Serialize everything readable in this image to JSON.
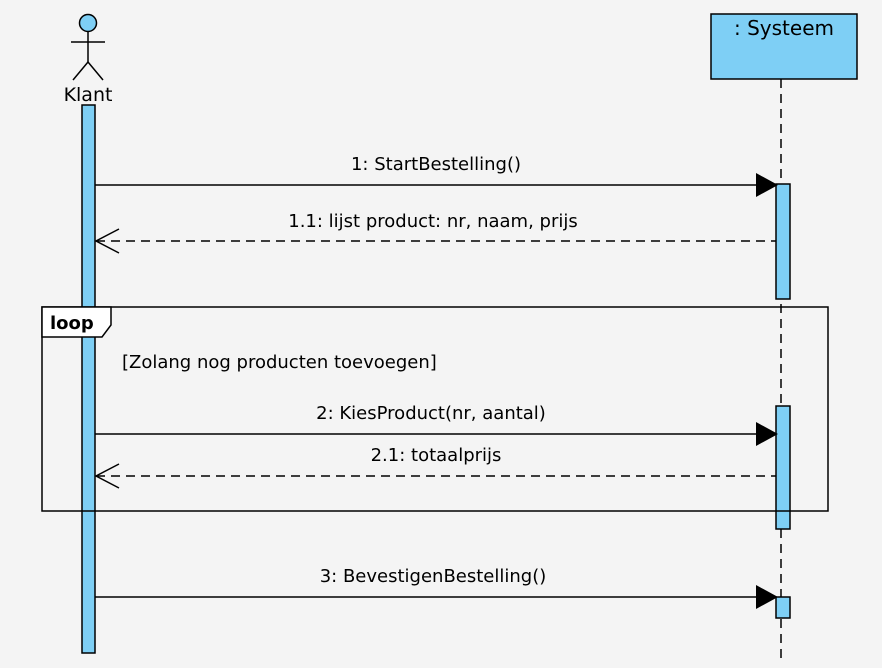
{
  "diagram": {
    "actor": {
      "name": "Klant"
    },
    "system": {
      "name": ": Systeem"
    },
    "colors": {
      "background": "#f4f4f4",
      "fill": "#7ecff5",
      "stroke": "#000000"
    },
    "messages": [
      {
        "label": "1: StartBestelling()",
        "kind": "sync"
      },
      {
        "label": "1.1: lijst product: nr, naam, prijs",
        "kind": "return"
      },
      {
        "label": "2: KiesProduct(nr, aantal)",
        "kind": "sync"
      },
      {
        "label": "2.1: totaalprijs",
        "kind": "return"
      },
      {
        "label": "3: BevestigenBestelling()",
        "kind": "sync"
      }
    ],
    "loop": {
      "keyword": "loop",
      "guard": "[Zolang nog producten toevoegen]"
    }
  }
}
